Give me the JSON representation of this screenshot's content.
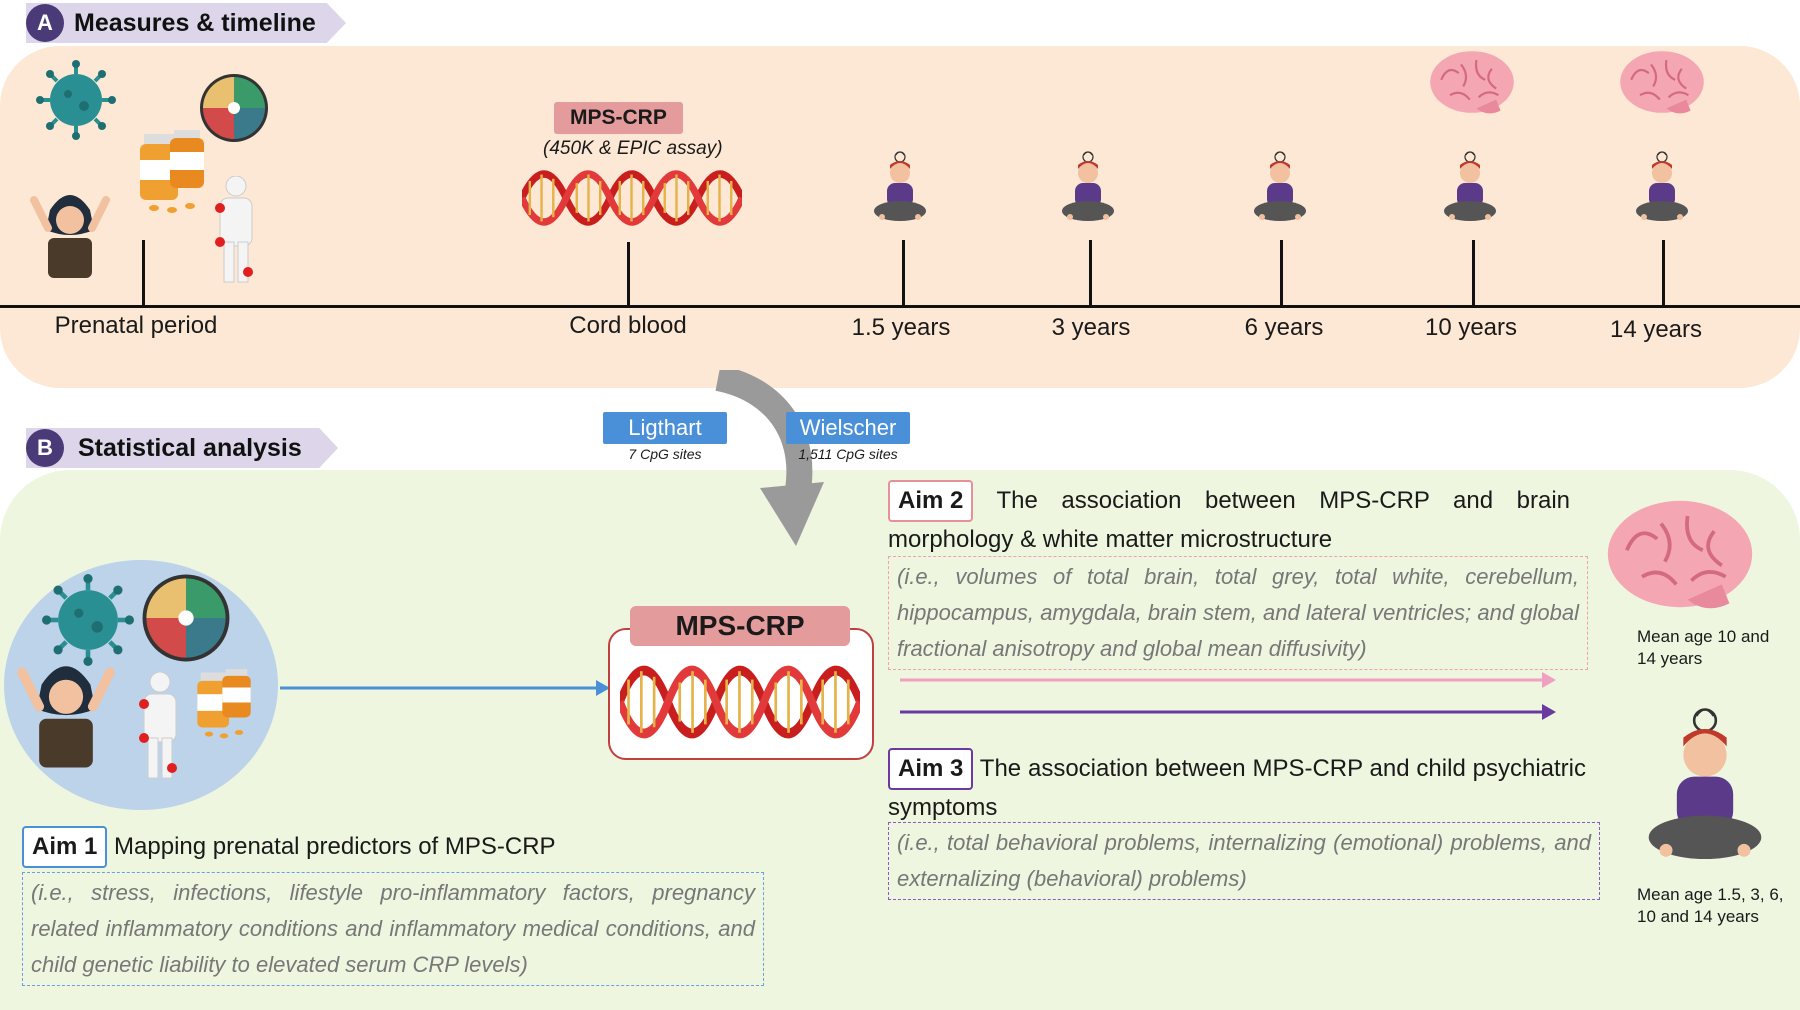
{
  "section_a": {
    "letter": "A",
    "title": "Measures & timeline"
  },
  "section_b": {
    "letter": "B",
    "title": "Statistical analysis"
  },
  "timeline": {
    "labels": [
      "Prenatal period",
      "Cord blood",
      "1.5 years",
      "3 years",
      "6 years",
      "10 years",
      "14 years"
    ]
  },
  "assay": {
    "tag": "MPS-CRP",
    "subtitle": "(450K & EPIC assay)"
  },
  "scores": [
    {
      "name": "Ligthart",
      "sites": "7 CpG sites"
    },
    {
      "name": "Wielscher",
      "sites": "1,511 CpG sites"
    }
  ],
  "central": {
    "tag": "MPS-CRP"
  },
  "aims": [
    {
      "tag": "Aim 1",
      "title": "Mapping prenatal predictors of MPS-CRP",
      "detail": "(i.e., stress, infections, lifestyle pro-inflammatory factors, pregnancy related inflammatory conditions and inflammatory medical conditions, and child genetic liability to elevated serum CRP levels)"
    },
    {
      "tag": "Aim  2",
      "title": "The association between MPS-CRP and brain morphology & white matter microstructure",
      "detail": "(i.e., volumes of total brain, total grey, total white, cerebellum, hippocampus, amygdala, brain stem, and lateral ventricles; and global fractional anisotropy and global mean diffusivity)"
    },
    {
      "tag": "Aim  3",
      "title": "The association between MPS-CRP and child psychiatric symptoms",
      "detail": "(i.e., total behavioral problems, internalizing (emotional) problems, and externalizing (behavioral) problems)"
    }
  ],
  "captions": {
    "brain": "Mean age 10 and 14 years",
    "child": "Mean age 1.5, 3, 6, 10 and 14 years"
  },
  "colors": {
    "accent": "#4a3a78",
    "aim1": "#4a90d9",
    "aim2": "#e8909a",
    "aim3": "#6a3aa0",
    "dna": "#d62828",
    "brain": "#f4a7b3"
  }
}
